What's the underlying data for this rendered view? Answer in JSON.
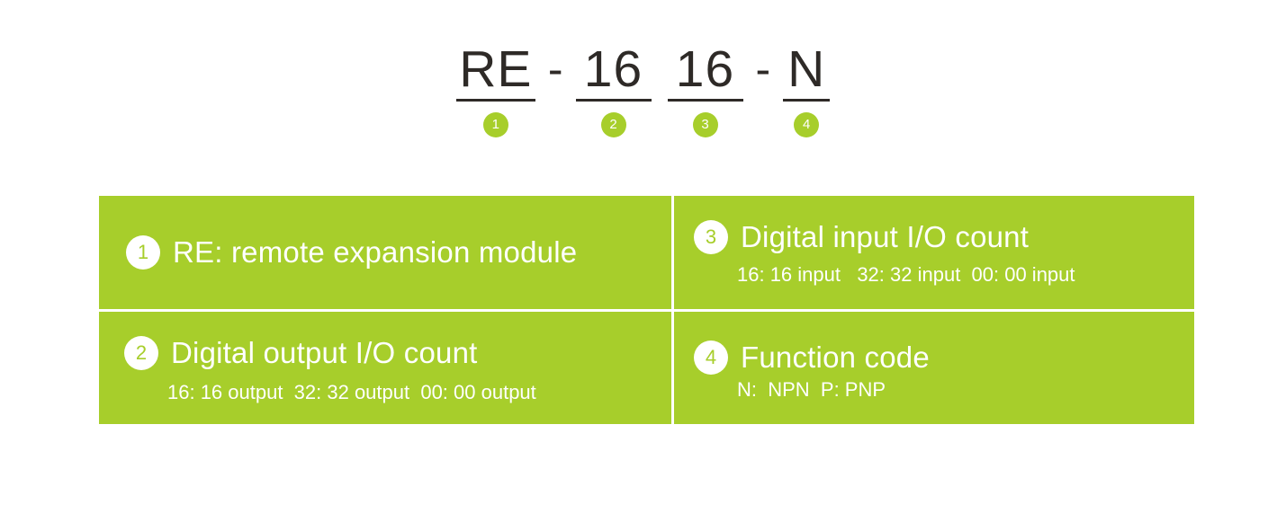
{
  "part_number": {
    "segments": [
      {
        "text": "RE",
        "badge": "1",
        "underlined": true
      },
      {
        "text": "-",
        "badge": "",
        "underlined": false
      },
      {
        "text": "16",
        "badge": "2",
        "underlined": true
      },
      {
        "text": "16",
        "badge": "3",
        "underlined": true
      },
      {
        "text": "-",
        "badge": "",
        "underlined": false
      },
      {
        "text": "N",
        "badge": "4",
        "underlined": true
      }
    ]
  },
  "legend": {
    "cells": [
      {
        "index": "1",
        "title": "RE: remote expansion module",
        "detail": ""
      },
      {
        "index": "2",
        "title": "Digital output I/O count",
        "detail": "16: 16 output  32: 32 output  00: 00 output"
      },
      {
        "index": "3",
        "title": "Digital input I/O count",
        "detail": "16: 16 input   32: 32 input  00: 00 input"
      },
      {
        "index": "4",
        "title": "Function code",
        "detail": "N:  NPN  P: PNP"
      }
    ]
  },
  "colors": {
    "accent_green": "#A7CE2B",
    "text_dark": "#2E2A27",
    "text_light": "#FFFFFF",
    "background": "#FFFFFF"
  }
}
